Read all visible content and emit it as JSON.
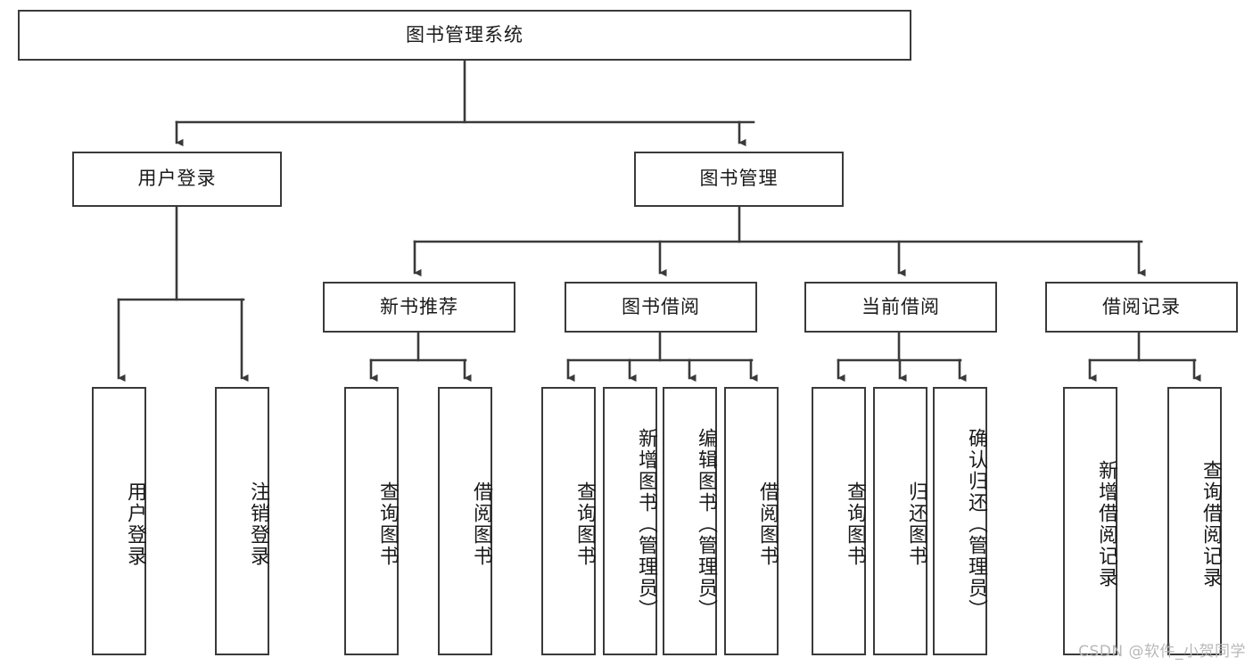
{
  "diagram": {
    "title": "图书管理系统",
    "type": "hierarchical-function-tree",
    "watermark": "CSDN @软件_小贺同学",
    "colors": {
      "stroke": "#3a3a3a",
      "fill": "#ffffff",
      "text": "#1a1a1a",
      "watermark": "#b8b8b8"
    },
    "root": {
      "label": "图书管理系统"
    },
    "level2": [
      {
        "label": "用户登录"
      },
      {
        "label": "图书管理"
      }
    ],
    "level3": [
      {
        "label": "新书推荐"
      },
      {
        "label": "图书借阅"
      },
      {
        "label": "当前借阅"
      },
      {
        "label": "借阅记录"
      }
    ],
    "leaves": {
      "user_login": [
        {
          "label": "用户登录"
        },
        {
          "label": "注销登录"
        }
      ],
      "new_book_recommend": [
        {
          "label": "查询图书"
        },
        {
          "label": "借阅图书"
        }
      ],
      "book_borrow": [
        {
          "label": "查询图书"
        },
        {
          "label": "新增图书（管理员）"
        },
        {
          "label": "编辑图书（管理员）"
        },
        {
          "label": "借阅图书"
        }
      ],
      "current_borrow": [
        {
          "label": "查询图书"
        },
        {
          "label": "归还图书"
        },
        {
          "label": "确认归还（管理员）"
        }
      ],
      "borrow_record": [
        {
          "label": "新增借阅记录"
        },
        {
          "label": "查询借阅记录"
        }
      ]
    }
  }
}
